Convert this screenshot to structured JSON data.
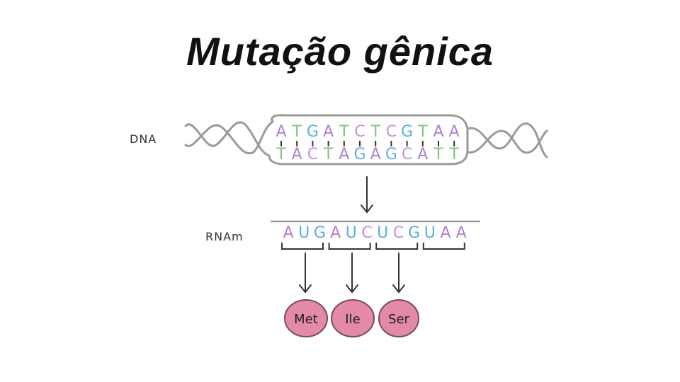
{
  "slide": {
    "title": "Mutação gênica"
  },
  "diagram": {
    "dna_label": "DNA",
    "rna_label": "RNAm",
    "dna_top": [
      "A",
      "T",
      "G",
      "A",
      "T",
      "C",
      "T",
      "C",
      "G",
      "T",
      "A",
      "A"
    ],
    "dna_bottom": [
      "T",
      "A",
      "C",
      "T",
      "A",
      "G",
      "A",
      "G",
      "C",
      "A",
      "T",
      "T"
    ],
    "rna": [
      "A",
      "U",
      "G",
      "A",
      "U",
      "C",
      "U",
      "C",
      "G",
      "U",
      "A",
      "A"
    ],
    "amino_acids": [
      "Met",
      "Ile",
      "Ser"
    ],
    "colors": {
      "A": "#b07fd0",
      "T": "#7fc47f",
      "G": "#5bb0d8",
      "C": "#c98fd8",
      "U": "#5bb0d8",
      "protein_fill": "#e38aa8",
      "protein_stroke": "#7a4a5a",
      "line": "#333333",
      "backbone": "#9a9a9a"
    }
  }
}
